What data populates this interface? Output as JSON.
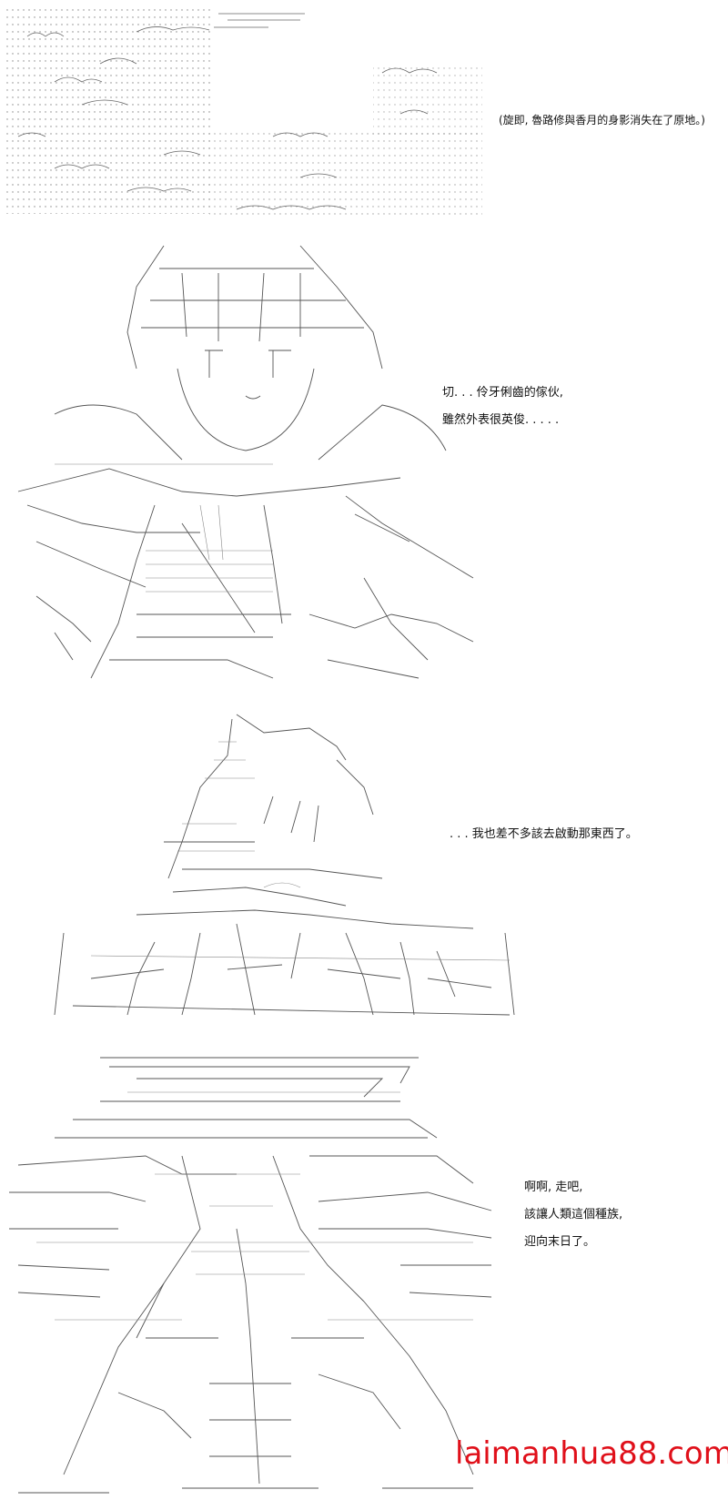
{
  "panels": [
    {
      "id": "panel-1",
      "caption_lines": [
        "(旋即, 魯路修與香月的身影消失在了原地。)"
      ]
    },
    {
      "id": "panel-2",
      "caption_lines": [
        "切. . . 伶牙俐齒的傢伙,",
        "雖然外表很英俊. . . . ."
      ]
    },
    {
      "id": "panel-3",
      "caption_lines": [
        ". . . 我也差不多該去啟動那東西了。"
      ]
    },
    {
      "id": "panel-4",
      "caption_lines": [
        "啊啊, 走吧,",
        "該讓人類這個種族,",
        "迎向末日了。"
      ]
    }
  ],
  "watermark": {
    "text": "laimanhua88.com",
    "color": "#e0101a"
  },
  "art_color": "#555555"
}
